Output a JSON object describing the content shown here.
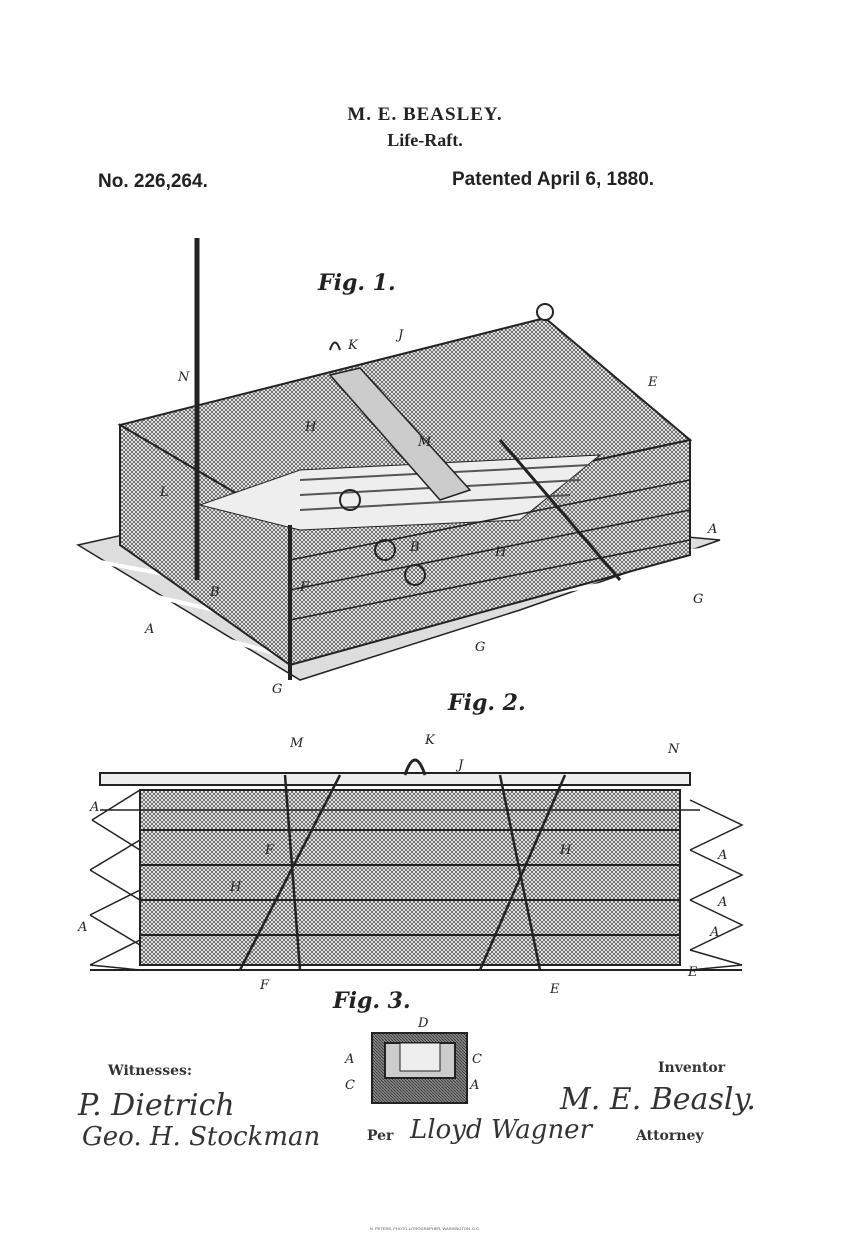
{
  "header": {
    "inventor_name": "M. E. BEASLEY.",
    "title": "Life-Raft.",
    "patent_number": "No. 226,264.",
    "patent_date": "Patented April 6, 1880."
  },
  "figures": {
    "fig1": {
      "label": "Fig. 1.",
      "letters": [
        "N",
        "K",
        "J",
        "H",
        "E",
        "L",
        "A",
        "M",
        "B",
        "F",
        "G",
        "A",
        "G",
        "G",
        "B",
        "H"
      ]
    },
    "fig2": {
      "label": "Fig. 2.",
      "letters": [
        "M",
        "K",
        "J",
        "N",
        "A",
        "F",
        "H",
        "A",
        "A",
        "H",
        "A",
        "A",
        "F",
        "E",
        "E"
      ]
    },
    "fig3": {
      "label": "Fig. 3.",
      "letters": [
        "D",
        "A",
        "C",
        "C",
        "A"
      ]
    }
  },
  "signatures": {
    "witnesses_label": "Witnesses:",
    "witness_1": "P. Dietrich",
    "witness_2": "Geo. H. Stockman",
    "inventor_label": "Inventor",
    "inventor_signature": "M. E. Beasly.",
    "per_label": "Per",
    "attorney_signature": "Lloyd Wagner",
    "attorney_label": "Attorney"
  },
  "footer": {
    "printer": "N. PETERS, PHOTO-LITHOGRAPHER, WASHINGTON, D.C."
  }
}
